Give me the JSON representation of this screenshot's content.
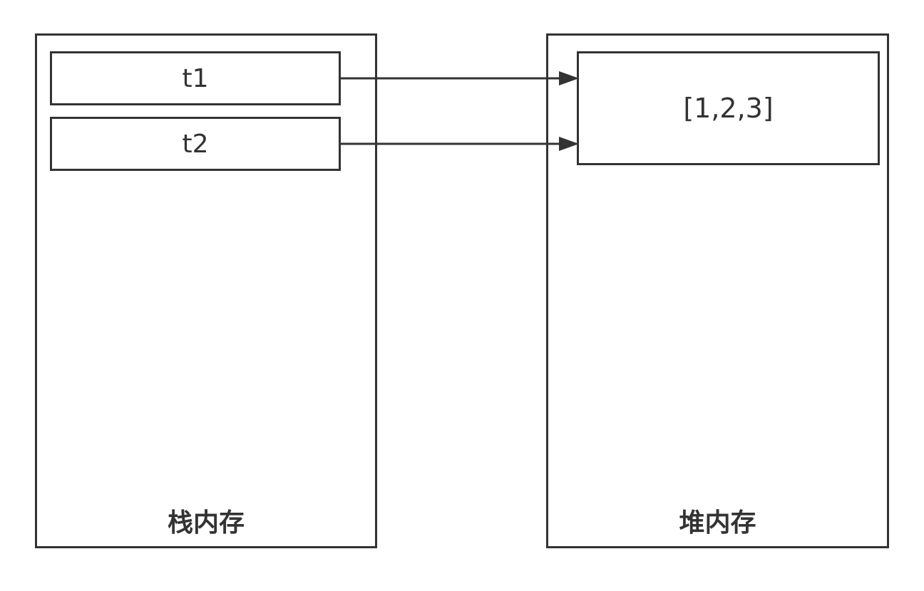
{
  "stack": {
    "label": "栈内存",
    "variables": [
      {
        "name": "t1"
      },
      {
        "name": "t2"
      }
    ]
  },
  "heap": {
    "label": "堆内存",
    "object_value": "[1,2,3]"
  },
  "references": [
    {
      "from": "t1",
      "to": "[1,2,3]"
    },
    {
      "from": "t2",
      "to": "[1,2,3]"
    }
  ],
  "colors": {
    "stroke": "#333333",
    "background": "#ffffff"
  }
}
